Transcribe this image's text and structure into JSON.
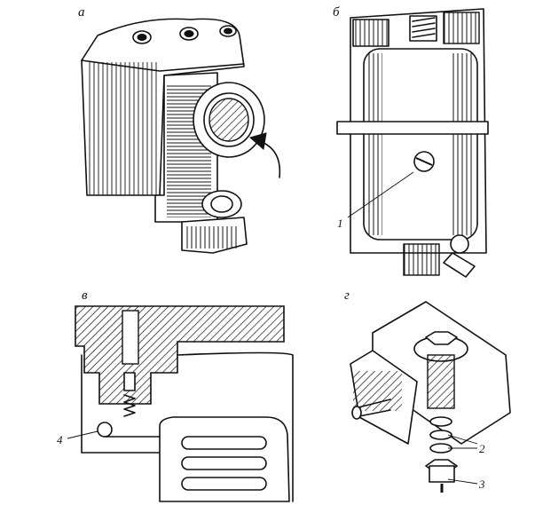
{
  "panels": [
    {
      "id": "a",
      "letter": "а"
    },
    {
      "id": "b",
      "letter": "б"
    },
    {
      "id": "v",
      "letter": "в"
    },
    {
      "id": "g",
      "letter": "г"
    }
  ],
  "callouts": {
    "b_1": "1",
    "v_4": "4",
    "g_2": "2",
    "g_3": "3"
  }
}
